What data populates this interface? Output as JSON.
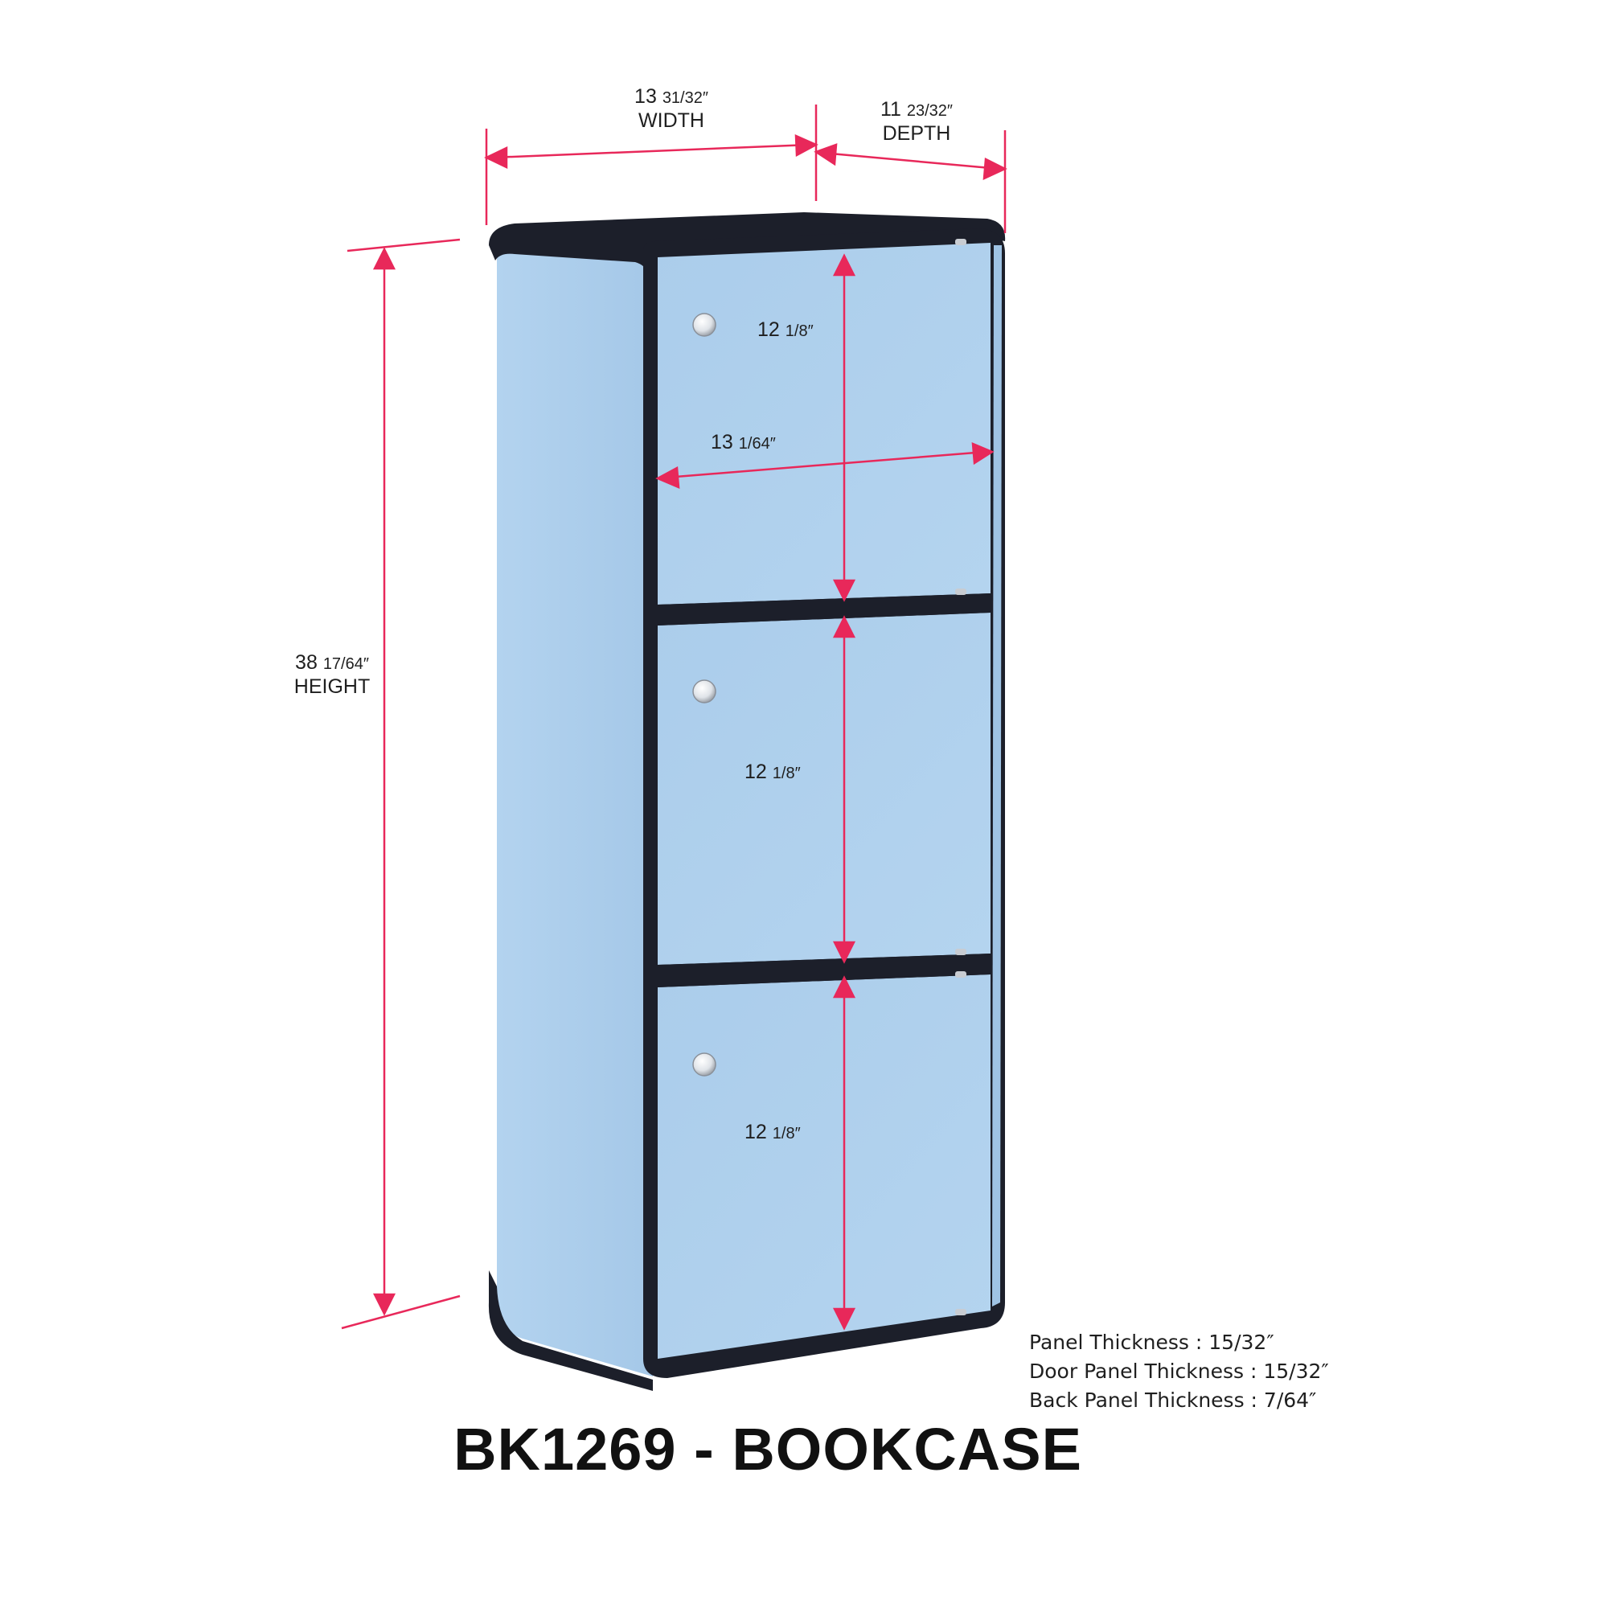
{
  "colors": {
    "panel": "#a9cbea",
    "panel_shade": "#b6d5f0",
    "frame": "#1c1f2a",
    "dimension_line": "#e8285a",
    "knob": "#e6e9ee"
  },
  "dimensions": {
    "width": {
      "value": "13",
      "fraction": "31/32″",
      "label": "WIDTH"
    },
    "depth": {
      "value": "11",
      "fraction": "23/32″",
      "label": "DEPTH"
    },
    "height": {
      "value": "38",
      "fraction": "17/64″",
      "label": "HEIGHT"
    },
    "inner_width": {
      "value": "13",
      "fraction": "1/64″"
    },
    "compartment_heights": [
      {
        "value": "12",
        "fraction": "1/8″"
      },
      {
        "value": "12",
        "fraction": "1/8″"
      },
      {
        "value": "12",
        "fraction": "1/8″"
      }
    ]
  },
  "notes": [
    "Panel Thickness : 15/32″",
    "Door Panel Thickness : 15/32″",
    "Back Panel Thickness : 7/64″"
  ],
  "title": "BK1269 - BOOKCASE"
}
